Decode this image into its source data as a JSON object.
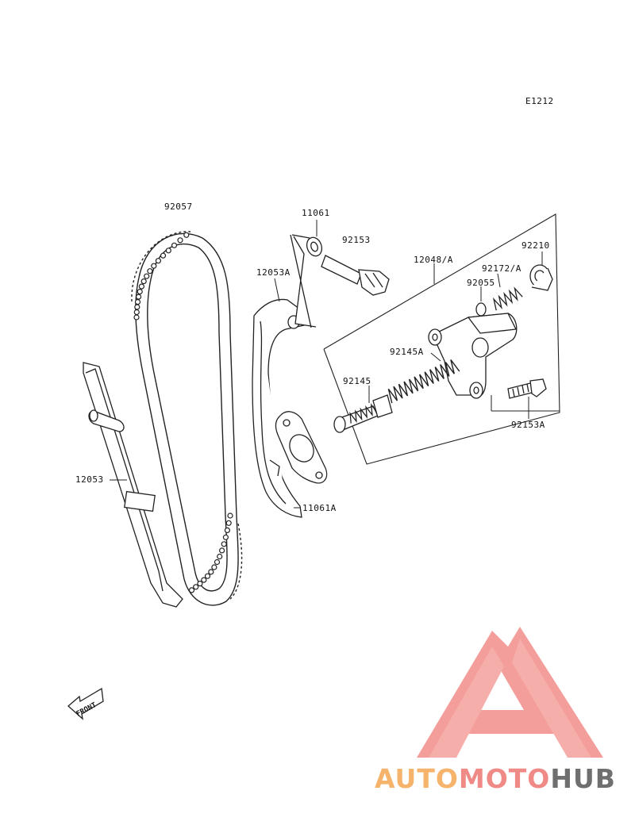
{
  "diagram_code": "E1212",
  "parts": {
    "p92057": "92057",
    "p11061": "11061",
    "p92153": "92153",
    "p12053A": "12053A",
    "p12048A": "12048/A",
    "p92210": "92210",
    "p92172A": "92172/A",
    "p92055": "92055",
    "p92145A": "92145A",
    "p92145": "92145",
    "p92153A": "92153A",
    "p12053": "12053",
    "p11061A": "11061A"
  },
  "front_label": "FRONT",
  "watermark": {
    "part1": "AUTO",
    "part2": "MOTO",
    "part3": "HUB",
    "color1": "#f6b36b",
    "color2": "#f08a86",
    "color3": "#6f6f6f",
    "logo_color": "#f28e8a"
  }
}
